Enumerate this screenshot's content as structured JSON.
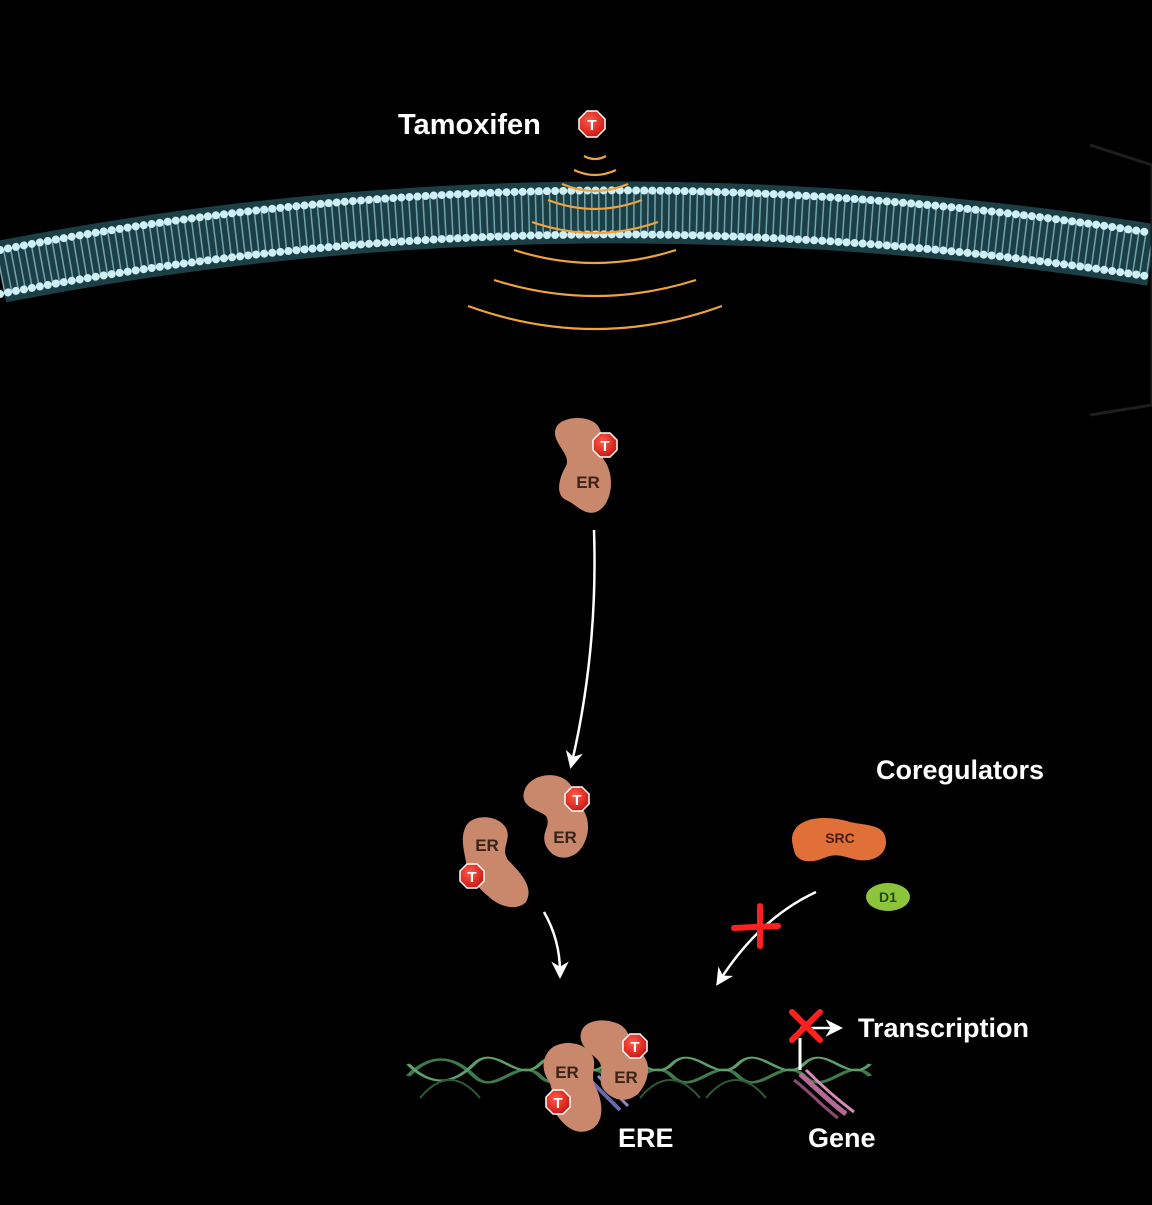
{
  "labels": {
    "drug": "Tamoxifen",
    "coregulators": "Coregulators",
    "transcription": "Transcription",
    "ere": "ERE",
    "gene": "Gene"
  },
  "badges": {
    "tamoxifen": "T",
    "receptor": "ER",
    "src": "SRC",
    "d1": "D1"
  },
  "colors": {
    "background": "#000000",
    "membrane": "#bfe6ee",
    "signal_arcs": "#f0a33a",
    "receptor": "#c9876b",
    "tamoxifen_badge": "#e0201c",
    "src": "#e07038",
    "d1": "#8cc43c",
    "dna": "#3f7a4c",
    "gene_strand": "#b46a96",
    "block_x": "#ff2020"
  }
}
